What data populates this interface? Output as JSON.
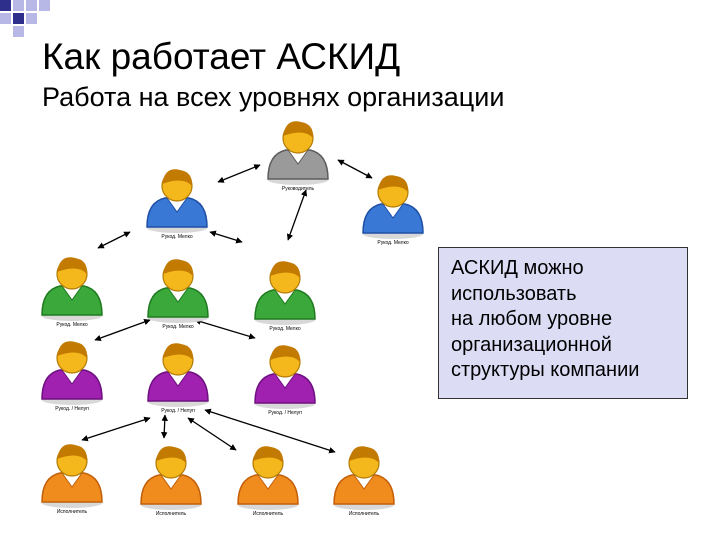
{
  "slide": {
    "title": "Как работает АСКИД",
    "subtitle": "Работа на всех уровнях организации"
  },
  "callout": {
    "lines": [
      "АСКИД можно",
      "использовать",
      "на любом уровне",
      "организационной",
      "структуры компании"
    ]
  },
  "colors": {
    "decor_square_dark": "#2e2e8c",
    "decor_square_light": "#b8b8e6",
    "head_gray": "#9a9a9a",
    "head_blue": "#3a78d6",
    "head_green": "#3aa83a",
    "head_purple": "#a020b0",
    "face": "#f5b81c",
    "callout_fill": "#dcdcf5"
  },
  "people": [
    {
      "id": "ruk",
      "label": "Руководитель",
      "color": "gray"
    },
    {
      "id": "l2a",
      "label": "Рукод. Мелко",
      "color": "blue"
    },
    {
      "id": "l2b",
      "label": "Рукод. Мелко",
      "color": "blue"
    },
    {
      "id": "g1",
      "label": "Рукод. Мелко",
      "color": "green"
    },
    {
      "id": "g2",
      "label": "Рукод. Мелко",
      "color": "green"
    },
    {
      "id": "g3",
      "label": "Рукод. Мелко",
      "color": "green"
    },
    {
      "id": "p1",
      "label": "Рукод. / Нелуп",
      "color": "purple"
    },
    {
      "id": "p2",
      "label": "Рукод. / Нелуп",
      "color": "purple"
    },
    {
      "id": "p3",
      "label": "Рукод. / Нелуп",
      "color": "purple"
    },
    {
      "id": "e1",
      "label": "Исполнитель",
      "color": "orange"
    },
    {
      "id": "e2",
      "label": "Исполнитель",
      "color": "orange"
    },
    {
      "id": "e3",
      "label": "Исполнитель",
      "color": "orange"
    },
    {
      "id": "e4",
      "label": "Исполнитель",
      "color": "orange"
    }
  ],
  "connections": [
    {
      "from": "ruk",
      "to": "l2a"
    },
    {
      "from": "ruk",
      "to": "l2b"
    },
    {
      "from": "ruk",
      "to": "g2"
    },
    {
      "from": "l2a",
      "to": "g1"
    },
    {
      "from": "l2a",
      "to": "g3"
    },
    {
      "from": "g2",
      "to": "p1"
    },
    {
      "from": "g2",
      "to": "p3"
    },
    {
      "from": "p2",
      "to": "e1"
    },
    {
      "from": "p2",
      "to": "e2"
    },
    {
      "from": "p2",
      "to": "e3"
    },
    {
      "from": "p2",
      "to": "e4"
    }
  ]
}
